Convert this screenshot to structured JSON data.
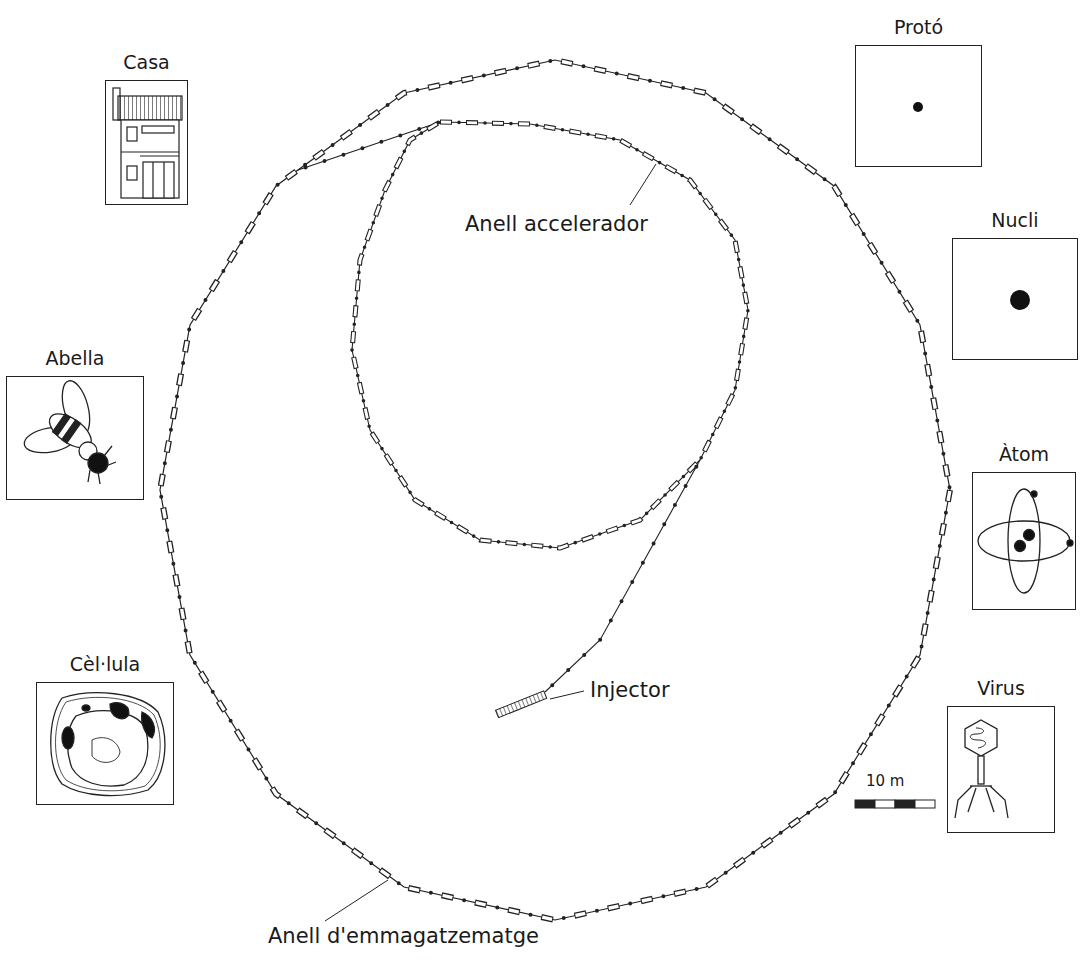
{
  "diagram": {
    "nodes": [
      {
        "text": [
          "Casa"
        ]
      },
      {
        "text": [
          "Protó"
        ]
      },
      {
        "text": [
          "Nucli"
        ]
      },
      {
        "text": [
          "Abella"
        ]
      },
      {
        "text": [
          "Àtom"
        ]
      },
      {
        "text": [
          "Cèl·lula"
        ]
      },
      {
        "text": [
          "Virus"
        ]
      }
    ],
    "labels": [
      "Anell accelerador",
      "Injector",
      "10 m",
      "Anell d'emmagatzematge"
    ]
  }
}
